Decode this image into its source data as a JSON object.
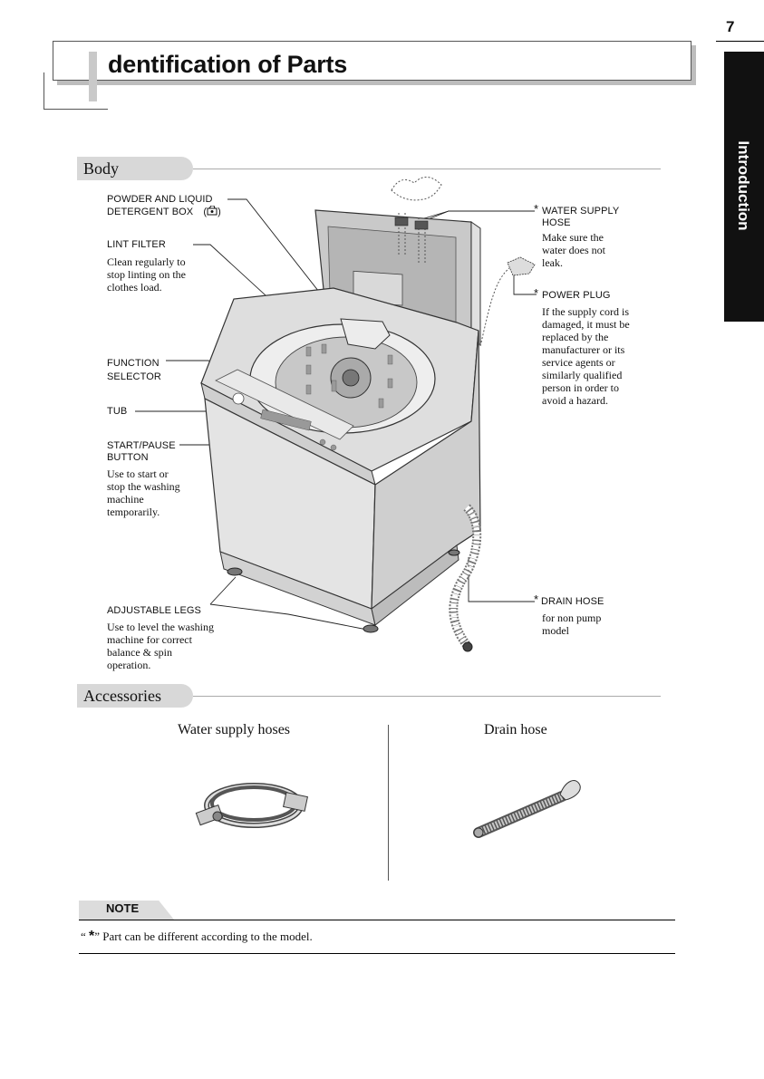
{
  "page": {
    "title": "dentification of Parts",
    "number": "7",
    "side_tab": "Introduction"
  },
  "body_section": {
    "heading": "Body",
    "parts": {
      "detergent_box": {
        "line1": "POWDER AND LIQUID",
        "line2": "DETERGENT BOX"
      },
      "lint_filter": {
        "label": "LINT FILTER",
        "desc": [
          "Clean regularly to",
          "stop linting on the",
          "clothes load."
        ]
      },
      "function_selector": {
        "line1": "FUNCTION",
        "line2": "SELECTOR"
      },
      "tub": {
        "label": "TUB"
      },
      "start_pause": {
        "line1": "START/PAUSE",
        "line2": "BUTTON",
        "desc": [
          "Use to start or",
          "stop the washing",
          "machine",
          "temporarily."
        ]
      },
      "adjustable_legs": {
        "label": "ADJUSTABLE LEGS",
        "desc": [
          "Use to level the washing",
          "machine for correct",
          "balance & spin",
          "operation."
        ]
      },
      "water_supply_hose": {
        "star": "*",
        "line1": "WATER SUPPLY",
        "line2": "HOSE",
        "desc": [
          "Make sure the",
          "water does not",
          "leak."
        ]
      },
      "power_plug": {
        "star": "*",
        "label": "POWER PLUG",
        "desc": [
          "If the supply cord is",
          "damaged, it must be",
          "replaced by the",
          "manufacturer or its",
          "service agents or",
          "similarly qualified",
          "person in order to",
          "avoid a hazard."
        ]
      },
      "drain_hose": {
        "star": "*",
        "label": "DRAIN HOSE",
        "desc": [
          "for non pump",
          "model"
        ]
      }
    }
  },
  "accessories_section": {
    "heading": "Accessories",
    "items": [
      "Water supply hoses",
      "Drain hose"
    ]
  },
  "note": {
    "label": "NOTE",
    "open_quote": "“",
    "star": "*",
    "text": "” Part can be different according to the model."
  },
  "colors": {
    "panel_gray": "#d8d8d8",
    "side_tab": "#111111"
  }
}
